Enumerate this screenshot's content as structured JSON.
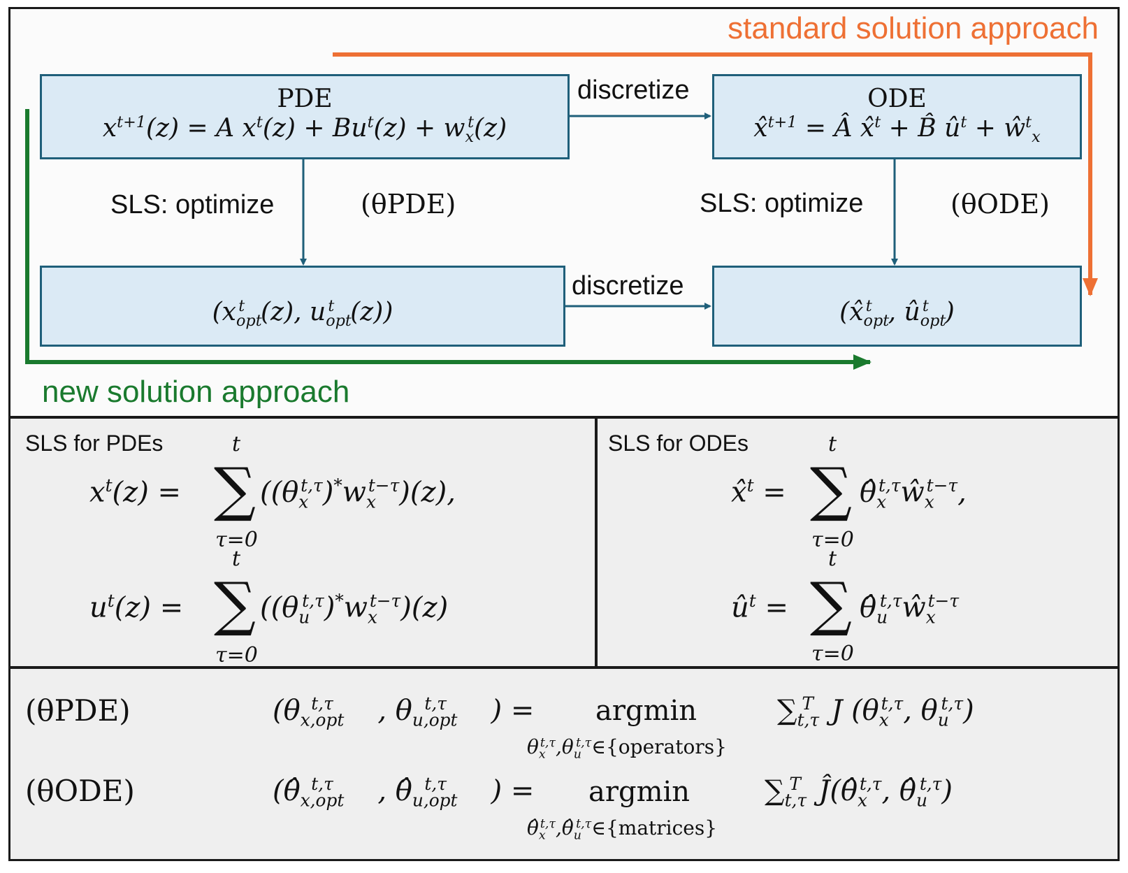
{
  "top": {
    "standard_label": "standard solution approach",
    "new_label": "new solution approach",
    "pde_box": {
      "title": "PDE",
      "equation": "x^{t+1}(z) = A x^t(z) + Bu^t(z) + w_x^t(z)"
    },
    "ode_box": {
      "title": "ODE",
      "equation": "x̂^{t+1} = Â x̂^t + B̂ û^t + ŵ^t_x"
    },
    "pde_opt_box": {
      "equation": "(x_opt^t(z), u_opt^t(z))"
    },
    "ode_opt_box": {
      "equation": "(x̂_opt^t, û_opt^t)"
    },
    "discretize_top": "discretize",
    "discretize_bottom": "discretize",
    "sls_optimize_left": "SLS: optimize",
    "sls_optimize_right": "SLS: optimize",
    "theta_pde_ref": "(θPDE)",
    "theta_ode_ref": "(θODE)",
    "colors": {
      "standard": "#ee7034",
      "new": "#1a7a2e",
      "box_fill": "#dbeaf5",
      "box_border": "#1f5f7a"
    }
  },
  "sls_pde": {
    "title": "SLS for PDEs",
    "eq1": "x^t(z) = Σ_{τ=0}^{t} ((θ_x^{t,τ})^* w_x^{t−τ})(z),",
    "eq2": "u^t(z) = Σ_{τ=0}^{t} ((θ_u^{t,τ})^* w_x^{t−τ})(z)"
  },
  "sls_ode": {
    "title": "SLS for ODEs",
    "eq1": "x̂^t = Σ_{τ=0}^{t} θ̂_x^{t,τ} ŵ_x^{t−τ},",
    "eq2": "û^t = Σ_{τ=0}^{t} θ̂_u^{t,τ} ŵ_x^{t−τ}"
  },
  "problems": {
    "pde_label": "(θPDE)",
    "ode_label": "(θODE)",
    "argmin": "argmin",
    "pde_set": "{operators}",
    "ode_set": "{matrices}"
  }
}
